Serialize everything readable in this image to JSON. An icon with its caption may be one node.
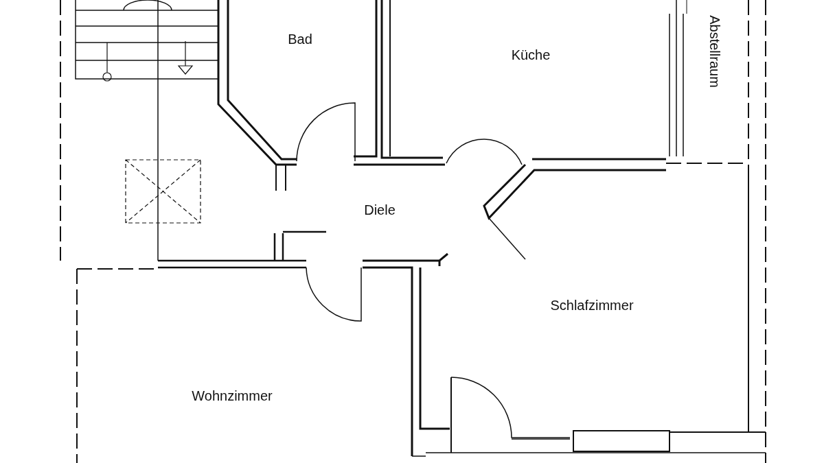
{
  "diagram": {
    "labels": [
      "Bad",
      "Küche",
      "Abstellraum",
      "Diele",
      "Schlafzimmer",
      "Wohnzimmer"
    ]
  }
}
